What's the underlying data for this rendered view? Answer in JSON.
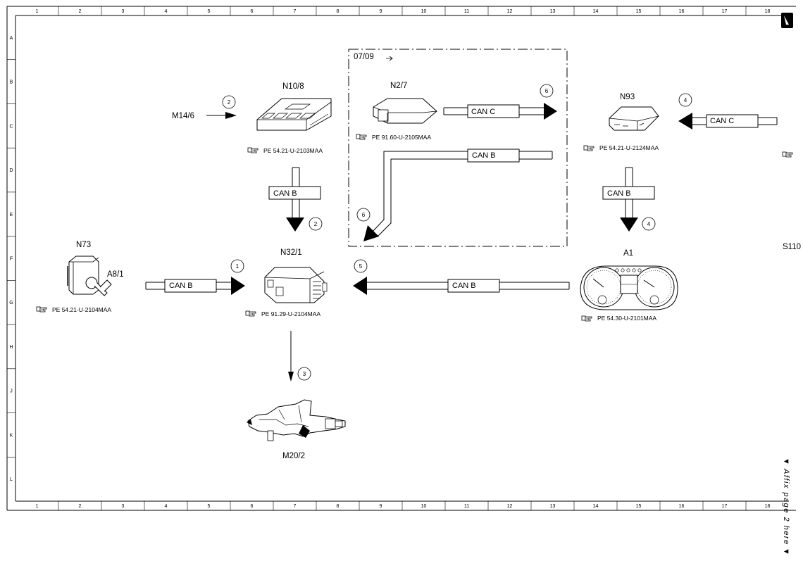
{
  "sheet": {
    "columns": [
      "1",
      "2",
      "3",
      "4",
      "5",
      "6",
      "7",
      "8",
      "9",
      "10",
      "11",
      "12",
      "13",
      "14",
      "15",
      "16",
      "17",
      "18"
    ],
    "rows": [
      "A",
      "B",
      "C",
      "D",
      "E",
      "F",
      "G",
      "H",
      "J",
      "K",
      "L"
    ],
    "affix_note": "Affix page 2 here",
    "affix_arrow": "▼"
  },
  "boundary": {
    "label": "07/09"
  },
  "components": {
    "n10_8": {
      "label": "N10/8",
      "ref": "PE 54.21-U-2103MAA"
    },
    "n2_7": {
      "label": "N2/7",
      "ref": "PE 91.60-U-2105MAA"
    },
    "n93": {
      "label": "N93",
      "ref": "PE 54.21-U-2124MAA"
    },
    "n73": {
      "label": "N73",
      "sub_label": "A8/1",
      "ref": "PE 54.21-U-2104MAA"
    },
    "n32_1": {
      "label": "N32/1",
      "ref": "PE 91.29-U-2104MAA"
    },
    "a1": {
      "label": "A1",
      "ref": "PE 54.30-U-2101MAA"
    },
    "m20_2": {
      "label": "M20/2"
    },
    "m14_6": {
      "label": "M14/6"
    },
    "s110": {
      "label": "S110"
    }
  },
  "signals": {
    "can_b": "CAN B",
    "can_c": "CAN C"
  },
  "markers": {
    "m1": "1",
    "m2a": "2",
    "m2b": "2",
    "m3": "3",
    "m4a": "4",
    "m4b": "4",
    "m5": "5",
    "m6a": "6",
    "m6b": "6"
  },
  "icons": {
    "reference": "pointing-hand-icon"
  }
}
